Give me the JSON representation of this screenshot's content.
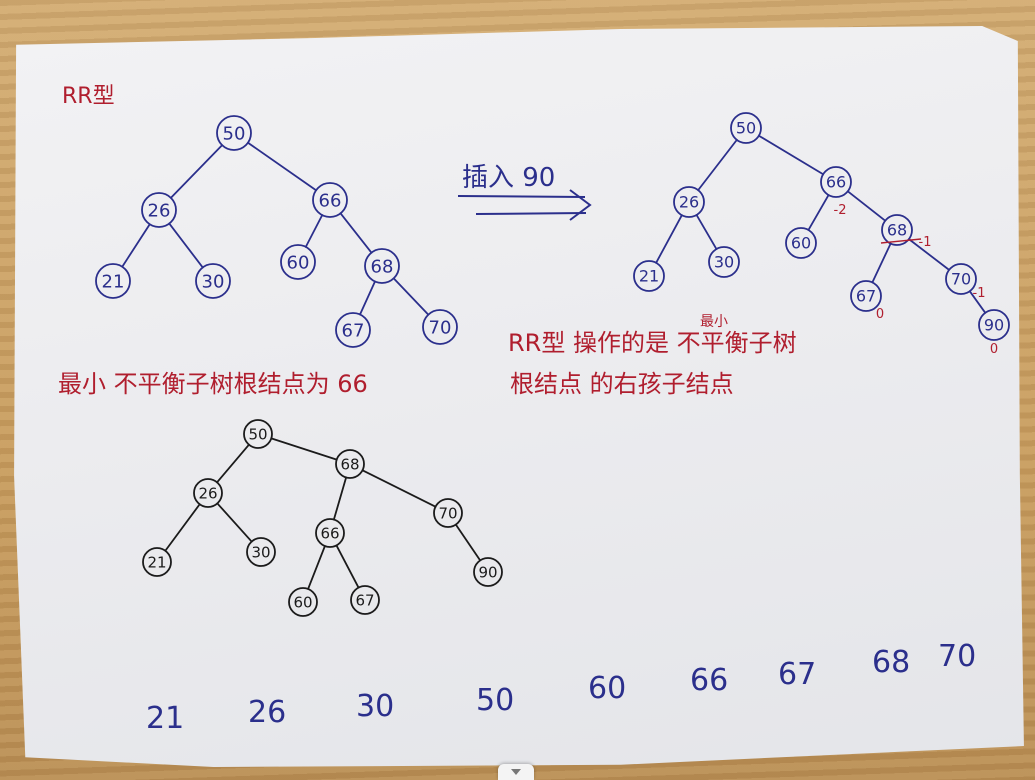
{
  "title_rr": "RR型",
  "insert_label": "插入 90",
  "tree1": {
    "edges": [
      [
        "50",
        "26"
      ],
      [
        "50",
        "66"
      ],
      [
        "26",
        "21"
      ],
      [
        "26",
        "30"
      ],
      [
        "66",
        "60"
      ],
      [
        "66",
        "68"
      ],
      [
        "68",
        "67"
      ],
      [
        "68",
        "70"
      ]
    ],
    "nodes": [
      {
        "id": "50",
        "label": "50"
      },
      {
        "id": "26",
        "label": "26"
      },
      {
        "id": "66",
        "label": "66"
      },
      {
        "id": "21",
        "label": "21"
      },
      {
        "id": "30",
        "label": "30"
      },
      {
        "id": "60",
        "label": "60"
      },
      {
        "id": "68",
        "label": "68"
      },
      {
        "id": "67",
        "label": "67"
      },
      {
        "id": "70",
        "label": "70"
      }
    ]
  },
  "tree2": {
    "edges": [
      [
        "50",
        "26"
      ],
      [
        "50",
        "66"
      ],
      [
        "26",
        "21"
      ],
      [
        "26",
        "30"
      ],
      [
        "66",
        "60"
      ],
      [
        "66",
        "68"
      ],
      [
        "68",
        "67"
      ],
      [
        "68",
        "70"
      ],
      [
        "70",
        "90"
      ]
    ],
    "nodes": [
      {
        "id": "50",
        "label": "50"
      },
      {
        "id": "26",
        "label": "26"
      },
      {
        "id": "66",
        "label": "66"
      },
      {
        "id": "21",
        "label": "21"
      },
      {
        "id": "30",
        "label": "30"
      },
      {
        "id": "60",
        "label": "60"
      },
      {
        "id": "68",
        "label": "68"
      },
      {
        "id": "67",
        "label": "67"
      },
      {
        "id": "70",
        "label": "70"
      },
      {
        "id": "90",
        "label": "90"
      }
    ],
    "balance_factors": {
      "66": "-2",
      "68": "-1",
      "70": "-1",
      "67": "0",
      "90": "0"
    }
  },
  "tree3": {
    "edges": [
      [
        "50",
        "26"
      ],
      [
        "50",
        "68"
      ],
      [
        "26",
        "21"
      ],
      [
        "26",
        "30"
      ],
      [
        "68",
        "66"
      ],
      [
        "68",
        "70"
      ],
      [
        "66",
        "60"
      ],
      [
        "66",
        "67"
      ],
      [
        "70",
        "90"
      ]
    ],
    "nodes": [
      {
        "id": "50",
        "label": "50"
      },
      {
        "id": "26",
        "label": "26"
      },
      {
        "id": "68",
        "label": "68"
      },
      {
        "id": "21",
        "label": "21"
      },
      {
        "id": "30",
        "label": "30"
      },
      {
        "id": "66",
        "label": "66"
      },
      {
        "id": "70",
        "label": "70"
      },
      {
        "id": "60",
        "label": "60"
      },
      {
        "id": "67",
        "label": "67"
      },
      {
        "id": "90",
        "label": "90"
      }
    ]
  },
  "note_min_root": "最小 不平衡子树根结点为 66",
  "note_rr_line1": "RR型 操作的是 不平衡子树",
  "note_rr_small": "最小",
  "note_rr_line2": "根结点 的右孩子结点",
  "sequence": [
    "21",
    "26",
    "30",
    "50",
    "60",
    "66",
    "67",
    "68",
    "70"
  ],
  "colors": {
    "blue": "#2b2f8c",
    "red": "#b01e2e",
    "black": "#1b1b1b"
  }
}
